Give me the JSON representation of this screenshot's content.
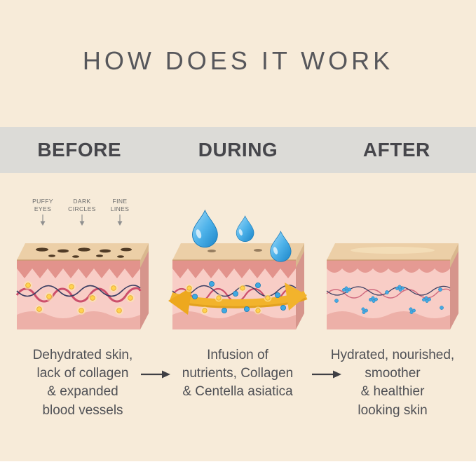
{
  "title": "HOW DOES IT WORK",
  "stages": [
    {
      "id": "before",
      "label": "BEFORE",
      "caption": "Dehydrated skin,\nlack of collagen\n& expanded\nblood vessels"
    },
    {
      "id": "during",
      "label": "DURING",
      "caption": "Infusion of\nnutrients, Collagen\n& Centella asiatica"
    },
    {
      "id": "after",
      "label": "AFTER",
      "caption": "Hydrated, nourished,\nsmoother\n& healthier\nlooking skin"
    }
  ],
  "annotations": [
    {
      "label": "PUFFY\nEYES"
    },
    {
      "label": "DARK\nCIRCLES"
    },
    {
      "label": "FINE\nLINES"
    }
  ],
  "colors": {
    "background_cream": "#f7ebd9",
    "band_gray": "#dcdbd7",
    "heading_text": "#46464b",
    "body_text": "#4f5055",
    "skin_top_beige": "#eccfa7",
    "skin_pink": "#e2938c",
    "skin_light_pink": "#f8cdc6",
    "collagen_yellow": "#ffd34e",
    "nutrient_blue": "#3fa9e2",
    "droplet_blue": "#2f9ad8",
    "ribbon_gold": "#f2b32c",
    "vessel_red": "#cc4f6b",
    "vessel_navy": "#3b3e62"
  }
}
